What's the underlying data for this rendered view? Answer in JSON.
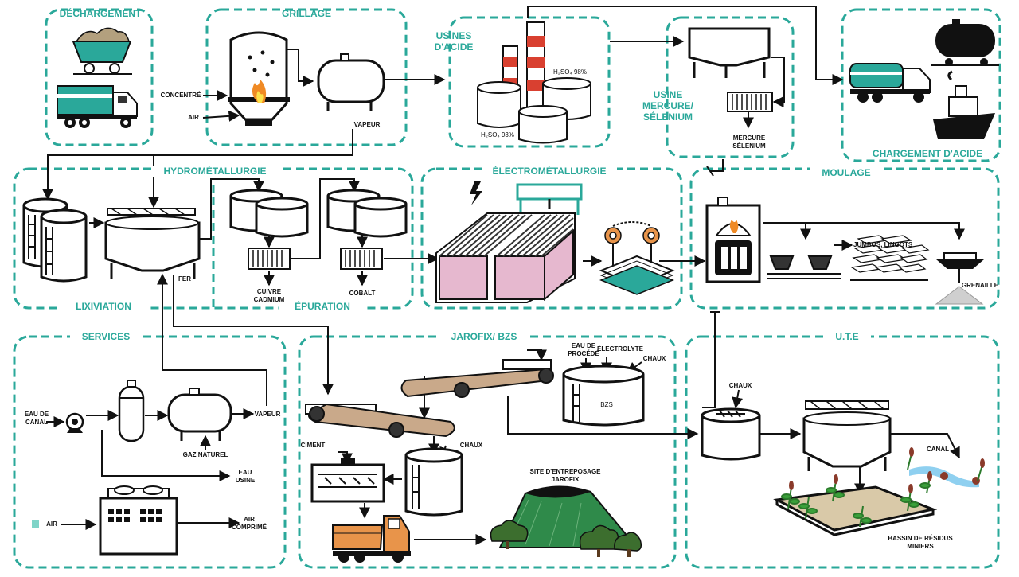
{
  "colors": {
    "zone_border": "#2aa89a",
    "zone_title": "#2aa89a",
    "teal": "#2aa89a",
    "line": "#111111",
    "tank": "#ffffff",
    "cell": "#e6b8cf",
    "belt": "#c9a98a",
    "truck_orange": "#e8944a",
    "pile": "#2f8a4a",
    "acid_red": "#d94030"
  },
  "zones": {
    "dechargement": "DÉCHARGEMENT",
    "grillage": "GRILLAGE",
    "usines_acide": "USINES\nD'ACIDE",
    "usine_mercure": "USINE\nMERCURE/\nSÉLENIUM",
    "chargement_acide": "CHARGEMENT D'ACIDE",
    "hydrometallurgie": "HYDROMÉTALLURGIE",
    "lixiviation": "LIXIVIATION",
    "epuration": "ÉPURATION",
    "electrometallurgie": "ÉLECTROMÉTALLURGIE",
    "moulage": "MOULAGE",
    "services": "SERVICES",
    "jarofix": "JAROFIX/ BZS",
    "ute": "U.T.E"
  },
  "labels": {
    "concentre": "CONCENTRÉ",
    "air_grillage": "AIR",
    "vapeur_grillage": "VAPEUR",
    "h2so4_98": "H₂SO₄ 98%",
    "h2so4_93": "H₂SO₄ 93%",
    "mercure_selenium": "MERCURE\nSÉLENIUM",
    "fer": "FER",
    "cuivre_cadmium": "CUIVRE\nCADMIUM",
    "cobalt": "COBALT",
    "jumbos_lingots": "JUMBOS, LINGOTS",
    "grenaille": "GRENAILLE",
    "eau_de_canal": "EAU DE\nCANAL",
    "vapeur_services": "VAPEUR",
    "gaz_naturel": "GAZ NATUREL",
    "eau_usine": "EAU\nUSINE",
    "air_services": "AIR",
    "air_comprime": "AIR\nCOMPRIMÉ",
    "eau_de_procede": "EAU DE\nPROCÉDÉ",
    "electrolyte": "ÉLECTROLYTE",
    "chaux_bzs": "CHAUX",
    "bzs": "BZS",
    "ciment": "CIMENT",
    "chaux_jarofix": "CHAUX",
    "site_entreposage": "SITE D'ENTREPOSAGE\nJAROFIX",
    "chaux_ute": "CHAUX",
    "canal": "CANAL",
    "bassin": "BASSIN DE RÉSIDUS\nMINIERS"
  },
  "icons": [
    "mine-cart-icon",
    "truck-icon",
    "furnace-icon",
    "boiler-icon",
    "acid-stack-icon",
    "tank-icon",
    "tanker-wagon-icon",
    "ship-icon",
    "thickener-icon",
    "filter-press-icon",
    "electrolysis-cell-icon",
    "lightning-icon",
    "gear-icon",
    "casting-furnace-icon",
    "ingot-stack-icon",
    "pump-icon",
    "compressor-icon",
    "conveyor-belt-icon",
    "mixer-icon",
    "dump-truck-icon",
    "storage-pile-icon",
    "tree-icon",
    "plant-icon"
  ]
}
